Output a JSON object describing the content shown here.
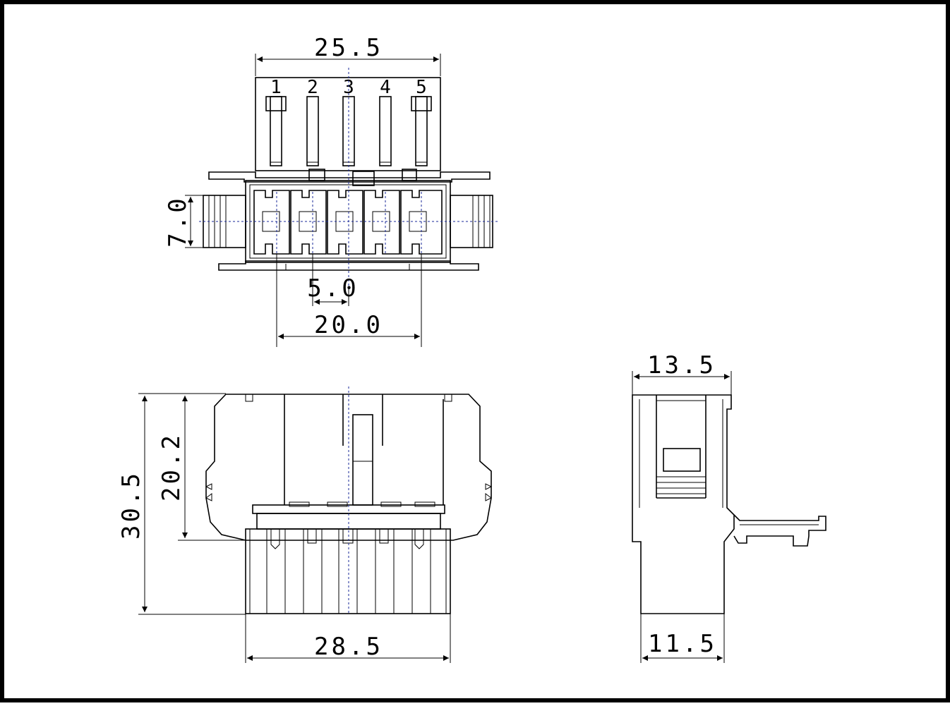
{
  "dimensions": {
    "width_top": "25.5",
    "height_front": "7.0",
    "pitch": "5.0",
    "span": "20.0",
    "side_top": "13.5",
    "overall_height": "30.5",
    "body_height": "20.2",
    "bottom_width": "28.5",
    "side_bottom": "11.5"
  },
  "pins": [
    "1",
    "2",
    "3",
    "4",
    "5"
  ],
  "colors": {
    "line": "#000000",
    "centerline": "#1a2a9a",
    "background": "#ffffff"
  }
}
